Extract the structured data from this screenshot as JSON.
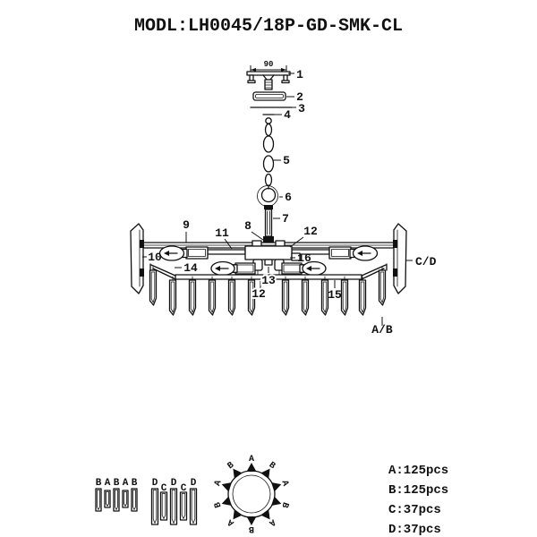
{
  "title": "MODL:LH0045/18P-GD-SMK-CL",
  "dimension": {
    "width_label": "90"
  },
  "callouts": {
    "n1": "1",
    "n2": "2",
    "n3": "3",
    "n4": "4",
    "n5": "5",
    "n6": "6",
    "n7": "7",
    "n8": "8",
    "n9": "9",
    "n10": "10",
    "n11": "11",
    "n12_upper": "12",
    "n12_lower": "12",
    "n13": "13",
    "n14": "14",
    "n15": "15",
    "n16": "16",
    "panel_ref": "C/D",
    "drop_ref": "A/B"
  },
  "legend": {
    "small_row": [
      "B",
      "A",
      "B",
      "A",
      "B"
    ],
    "large_row": [
      "D",
      "C",
      "D",
      "C",
      "D"
    ],
    "ring_labels": [
      "A",
      "B",
      "A",
      "B",
      "A",
      "B",
      "A",
      "B",
      "A",
      "B"
    ]
  },
  "bom": {
    "items": [
      "A:125pcs",
      "B:125pcs",
      "C:37pcs",
      "D:37pcs"
    ]
  },
  "colors": {
    "ink": "#111111",
    "paper": "#ffffff"
  }
}
